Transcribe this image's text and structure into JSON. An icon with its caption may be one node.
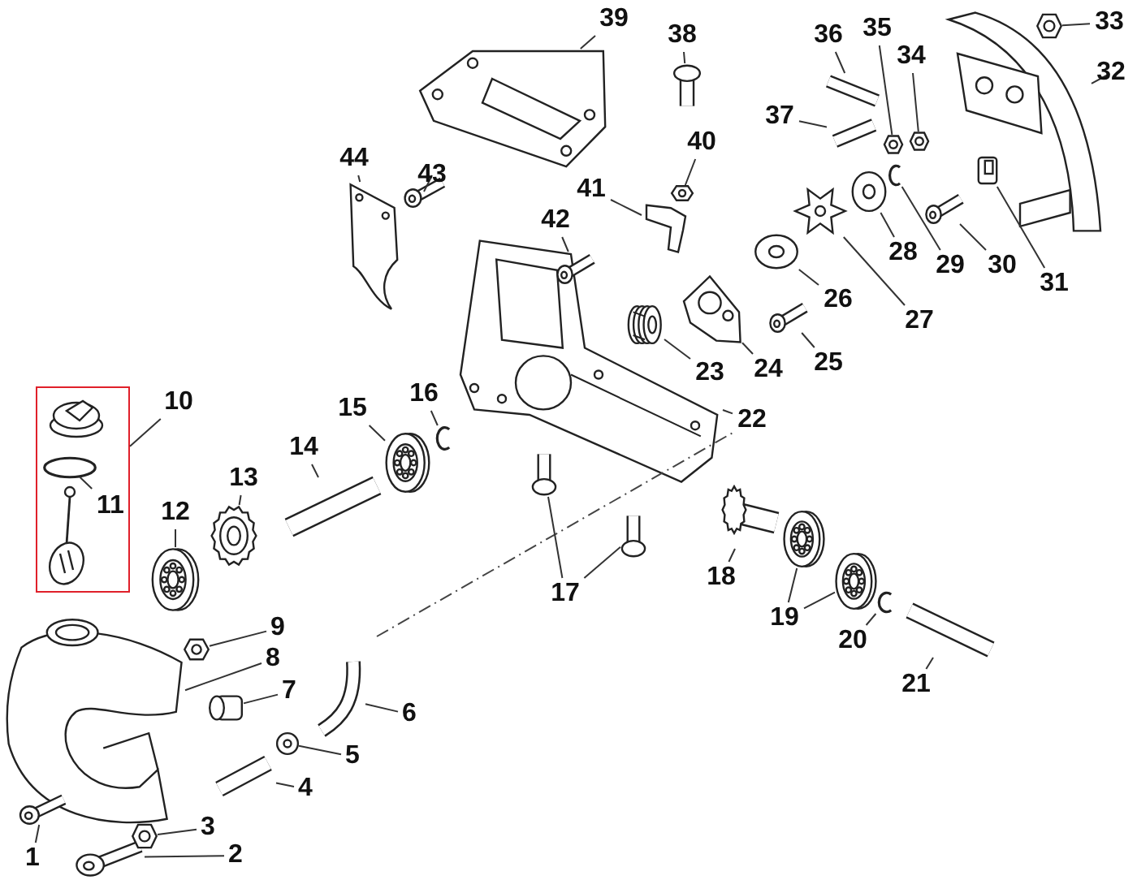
{
  "diagram": {
    "nodes": [
      {
        "text": [
          "1"
        ]
      },
      {
        "text": [
          "2"
        ]
      },
      {
        "text": [
          "3"
        ]
      },
      {
        "text": [
          "4"
        ]
      },
      {
        "text": [
          "5"
        ]
      },
      {
        "text": [
          "6"
        ]
      },
      {
        "text": [
          "7"
        ]
      },
      {
        "text": [
          "8"
        ]
      },
      {
        "text": [
          "9"
        ]
      },
      {
        "text": [
          "10"
        ]
      },
      {
        "text": [
          "11"
        ],
        "in": 53
      },
      {
        "text": [
          "12"
        ]
      },
      {
        "text": [
          "13"
        ]
      },
      {
        "text": [
          "14"
        ]
      },
      {
        "text": [
          "15"
        ]
      },
      {
        "text": [
          "16"
        ]
      },
      {
        "text": [
          "17"
        ]
      },
      {
        "text": [
          "18"
        ]
      },
      {
        "text": [
          "19"
        ]
      },
      {
        "text": [
          "20"
        ]
      },
      {
        "text": [
          "21"
        ]
      },
      {
        "text": [
          "22"
        ]
      },
      {
        "text": [
          "23"
        ]
      },
      {
        "text": [
          "24"
        ]
      },
      {
        "text": [
          "25"
        ]
      },
      {
        "text": [
          "26"
        ]
      },
      {
        "text": [
          "27"
        ]
      },
      {
        "text": [
          "28"
        ]
      },
      {
        "text": [
          "29"
        ]
      },
      {
        "text": [
          "30"
        ]
      },
      {
        "text": [
          "31"
        ]
      },
      {
        "text": [
          "32"
        ]
      },
      {
        "text": [
          "33"
        ]
      },
      {
        "text": [
          "34"
        ]
      },
      {
        "text": [
          "35"
        ]
      },
      {
        "text": [
          "36"
        ]
      },
      {
        "text": [
          "37"
        ]
      },
      {
        "text": [
          "38"
        ]
      },
      {
        "text": [
          "39"
        ]
      },
      {
        "text": [
          "40"
        ]
      },
      {
        "text": [
          "41"
        ]
      },
      {
        "text": [
          "42"
        ]
      },
      {
        "text": [
          "43"
        ]
      },
      {
        "text": [
          "44"
        ]
      },
      {
        "text": [],
        "shape": "picture"
      },
      {
        "text": [],
        "shape": "picture"
      },
      {
        "text": [],
        "shape": "picture"
      },
      {
        "text": [],
        "shape": "picture"
      },
      {
        "text": [],
        "shape": "picture"
      },
      {
        "text": [],
        "shape": "picture"
      },
      {
        "text": [],
        "shape": "cylinder"
      },
      {
        "text": [],
        "shape": "picture"
      },
      {
        "text": [],
        "shape": "picture"
      },
      {
        "text": [],
        "shape": "box"
      },
      {
        "text": [],
        "shape": "circle",
        "in": 53
      },
      {
        "text": [],
        "shape": "picture"
      },
      {
        "text": [],
        "shape": "picture"
      },
      {
        "text": [],
        "shape": "picture"
      },
      {
        "text": [],
        "shape": "picture"
      },
      {
        "text": [],
        "shape": "picture"
      },
      {
        "text": [],
        "shape": "picture"
      },
      {
        "text": [],
        "shape": "picture"
      },
      {
        "text": [],
        "shape": "picture"
      },
      {
        "text": [],
        "shape": "picture"
      },
      {
        "text": [],
        "shape": "picture"
      },
      {
        "text": [],
        "shape": "picture"
      },
      {
        "text": [],
        "shape": "picture"
      },
      {
        "text": [],
        "shape": "picture"
      },
      {
        "text": [],
        "shape": "cylinder"
      },
      {
        "text": [],
        "shape": "picture"
      },
      {
        "text": [],
        "shape": "picture"
      },
      {
        "text": [],
        "shape": "picture"
      },
      {
        "text": [],
        "shape": "picture"
      },
      {
        "text": [],
        "shape": "picture"
      },
      {
        "text": [],
        "shape": "picture"
      },
      {
        "text": [],
        "shape": "picture"
      },
      {
        "text": [],
        "shape": "picture"
      },
      {
        "text": [],
        "shape": "picture"
      },
      {
        "text": [],
        "shape": "picture"
      },
      {
        "text": [],
        "shape": "picture"
      },
      {
        "text": [],
        "shape": "picture"
      },
      {
        "text": [],
        "shape": "picture"
      },
      {
        "text": [],
        "shape": "picture"
      },
      {
        "text": [],
        "shape": "picture"
      },
      {
        "text": [],
        "shape": "picture"
      },
      {
        "text": [],
        "shape": "picture"
      },
      {
        "text": [],
        "shape": "picture"
      },
      {
        "text": [],
        "shape": "picture"
      },
      {
        "text": [],
        "shape": "picture"
      },
      {
        "text": [],
        "shape": "picture"
      }
    ],
    "edges": [
      {
        "from": 0,
        "to": 44,
        "arrow": "none"
      },
      {
        "from": 1,
        "to": 45,
        "arrow": "none"
      },
      {
        "from": 2,
        "to": 46,
        "arrow": "none"
      },
      {
        "from": 3,
        "to": 47,
        "arrow": "none"
      },
      {
        "from": 4,
        "to": 48,
        "arrow": "none"
      },
      {
        "from": 5,
        "to": 49,
        "arrow": "none"
      },
      {
        "from": 6,
        "to": 50,
        "arrow": "none"
      },
      {
        "from": 7,
        "to": 51,
        "arrow": "none"
      },
      {
        "from": 8,
        "to": 52,
        "arrow": "none"
      },
      {
        "from": 9,
        "to": 53,
        "arrow": "none"
      },
      {
        "from": 10,
        "to": 54,
        "arrow": "none"
      },
      {
        "from": 11,
        "to": 55,
        "arrow": "none"
      },
      {
        "from": 12,
        "to": 56,
        "arrow": "none"
      },
      {
        "from": 13,
        "to": 57,
        "arrow": "none"
      },
      {
        "from": 14,
        "to": 58,
        "arrow": "none"
      },
      {
        "from": 15,
        "to": 59,
        "arrow": "none"
      },
      {
        "from": 16,
        "to": 60,
        "arrow": "none"
      },
      {
        "from": 16,
        "to": 61,
        "arrow": "none"
      },
      {
        "from": 17,
        "to": 62,
        "arrow": "none"
      },
      {
        "from": 18,
        "to": 63,
        "arrow": "none"
      },
      {
        "from": 18,
        "to": 64,
        "arrow": "none"
      },
      {
        "from": 19,
        "to": 65,
        "arrow": "none"
      },
      {
        "from": 20,
        "to": 66,
        "arrow": "none"
      },
      {
        "from": 21,
        "to": 67,
        "arrow": "none"
      },
      {
        "from": 22,
        "to": 68,
        "arrow": "none"
      },
      {
        "from": 23,
        "to": 69,
        "arrow": "none"
      },
      {
        "from": 24,
        "to": 70,
        "arrow": "none"
      },
      {
        "from": 25,
        "to": 71,
        "arrow": "none"
      },
      {
        "from": 26,
        "to": 72,
        "arrow": "none"
      },
      {
        "from": 27,
        "to": 73,
        "arrow": "none"
      },
      {
        "from": 28,
        "to": 74,
        "arrow": "none"
      },
      {
        "from": 29,
        "to": 75,
        "arrow": "none"
      },
      {
        "from": 30,
        "to": 76,
        "arrow": "none"
      },
      {
        "from": 31,
        "to": 77,
        "arrow": "none"
      },
      {
        "from": 32,
        "to": 78,
        "arrow": "none"
      },
      {
        "from": 33,
        "to": 79,
        "arrow": "none"
      },
      {
        "from": 34,
        "to": 80,
        "arrow": "none"
      },
      {
        "from": 35,
        "to": 81,
        "arrow": "none"
      },
      {
        "from": 36,
        "to": 82,
        "arrow": "none"
      },
      {
        "from": 37,
        "to": 83,
        "arrow": "none"
      },
      {
        "from": 38,
        "to": 84,
        "arrow": "none"
      },
      {
        "from": 39,
        "to": 85,
        "arrow": "none"
      },
      {
        "from": 40,
        "to": 86,
        "arrow": "none"
      },
      {
        "from": 41,
        "to": 87,
        "arrow": "none"
      },
      {
        "from": 42,
        "to": 88,
        "arrow": "none"
      },
      {
        "from": 43,
        "to": 89,
        "arrow": "none"
      }
    ]
  }
}
